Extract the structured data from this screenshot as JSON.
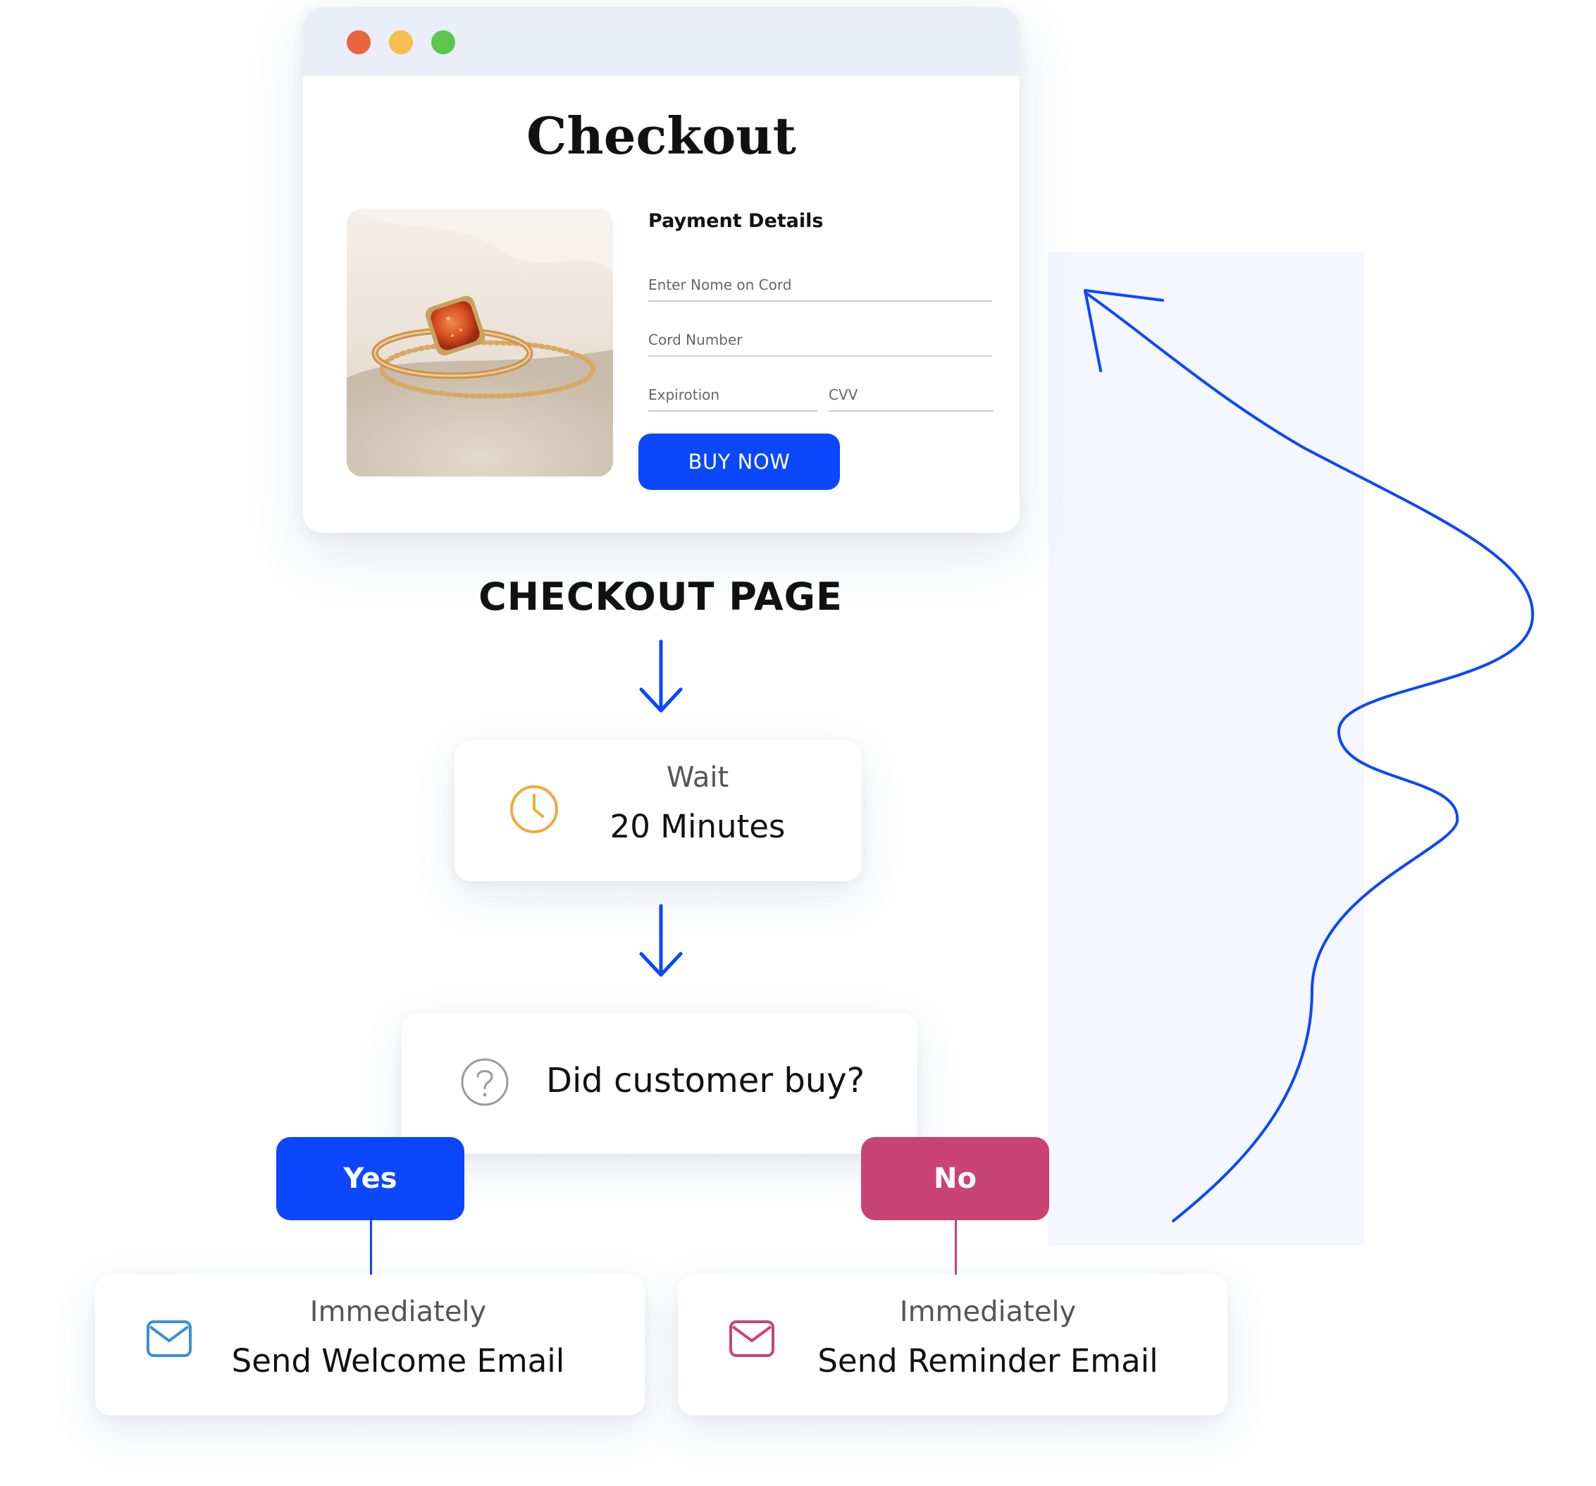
{
  "checkout": {
    "title": "Checkout",
    "payment_details_label": "Payment Details",
    "name_placeholder": "Enter Nome on Cord",
    "card_placeholder": "Cord Number",
    "expiration_placeholder": "Expirotion",
    "cvv_placeholder": "CVV",
    "buy_button": "BUY NOW"
  },
  "flow": {
    "page_label": "CHECKOUT PAGE",
    "wait": {
      "label": "Wait",
      "duration": "20 Minutes",
      "icon": "clock-icon"
    },
    "decision": {
      "question": "Did customer buy?",
      "icon": "question-icon"
    },
    "yes_label": "Yes",
    "no_label": "No",
    "yes_action": {
      "timing": "Immediately",
      "action": "Send Welcome Email",
      "icon": "mail-icon"
    },
    "no_action": {
      "timing": "Immediately",
      "action": "Send Reminder Email",
      "icon": "mail-icon"
    }
  },
  "colors": {
    "accent_blue": "#0a47ff",
    "accent_pink": "#c94375",
    "clock_orange": "#f2a93b",
    "mail_blue": "#3b8fd6",
    "side_panel": "#f4f7ff"
  }
}
